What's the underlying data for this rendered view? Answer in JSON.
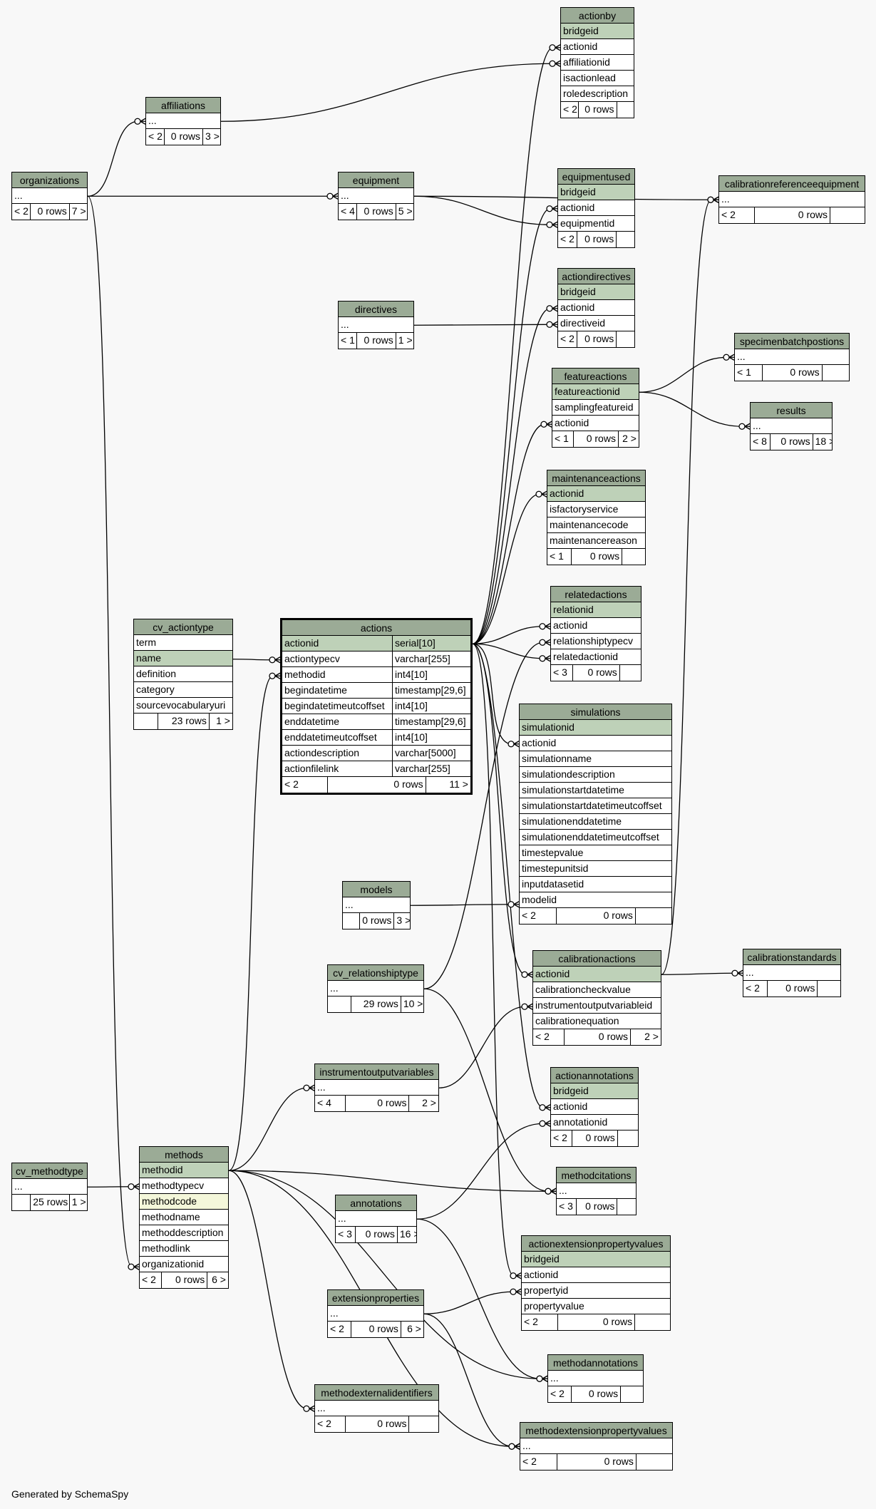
{
  "footer": "Generated by SchemaSpy",
  "tables": [
    {
      "id": "actionby",
      "title": "actionby",
      "columns": [
        {
          "name": "bridgeid",
          "pk": true
        },
        {
          "name": "actionid"
        },
        {
          "name": "affiliationid"
        },
        {
          "name": "isactionlead"
        },
        {
          "name": "roledescription"
        }
      ],
      "footer": [
        "< 2",
        "0 rows",
        ""
      ]
    },
    {
      "id": "affiliations",
      "title": "affiliations",
      "columns": [
        {
          "name": "..."
        }
      ],
      "footer": [
        "< 2",
        "0 rows",
        "3 >"
      ]
    },
    {
      "id": "organizations",
      "title": "organizations",
      "columns": [
        {
          "name": "..."
        }
      ],
      "footer": [
        "< 2",
        "0 rows",
        "7 >"
      ]
    },
    {
      "id": "equipment",
      "title": "equipment",
      "columns": [
        {
          "name": "..."
        }
      ],
      "footer": [
        "< 4",
        "0 rows",
        "5 >"
      ]
    },
    {
      "id": "equipmentused",
      "title": "equipmentused",
      "columns": [
        {
          "name": "bridgeid",
          "pk": true
        },
        {
          "name": "actionid"
        },
        {
          "name": "equipmentid"
        }
      ],
      "footer": [
        "< 2",
        "0 rows",
        ""
      ]
    },
    {
      "id": "calibrationreferenceequipment",
      "title": "calibrationreferenceequipment",
      "columns": [
        {
          "name": "..."
        }
      ],
      "footer": [
        "< 2",
        "0 rows",
        ""
      ]
    },
    {
      "id": "directives",
      "title": "directives",
      "columns": [
        {
          "name": "..."
        }
      ],
      "footer": [
        "< 1",
        "0 rows",
        "1 >"
      ]
    },
    {
      "id": "actiondirectives",
      "title": "actiondirectives",
      "columns": [
        {
          "name": "bridgeid",
          "pk": true
        },
        {
          "name": "actionid"
        },
        {
          "name": "directiveid"
        }
      ],
      "footer": [
        "< 2",
        "0 rows",
        ""
      ]
    },
    {
      "id": "specimenbatchpostions",
      "title": "specimenbatchpostions",
      "columns": [
        {
          "name": "..."
        }
      ],
      "footer": [
        "< 1",
        "0 rows",
        ""
      ]
    },
    {
      "id": "featureactions",
      "title": "featureactions",
      "columns": [
        {
          "name": "featureactionid",
          "pk": true
        },
        {
          "name": "samplingfeatureid"
        },
        {
          "name": "actionid"
        }
      ],
      "footer": [
        "< 1",
        "0 rows",
        "2 >"
      ]
    },
    {
      "id": "results",
      "title": "results",
      "columns": [
        {
          "name": "..."
        }
      ],
      "footer": [
        "< 8",
        "0 rows",
        "18 >"
      ]
    },
    {
      "id": "maintenanceactions",
      "title": "maintenanceactions",
      "columns": [
        {
          "name": "actionid",
          "pk": true
        },
        {
          "name": "isfactoryservice"
        },
        {
          "name": "maintenancecode"
        },
        {
          "name": "maintenancereason"
        }
      ],
      "footer": [
        "< 1",
        "0 rows",
        ""
      ]
    },
    {
      "id": "relatedactions",
      "title": "relatedactions",
      "columns": [
        {
          "name": "relationid",
          "pk": true
        },
        {
          "name": "actionid"
        },
        {
          "name": "relationshiptypecv"
        },
        {
          "name": "relatedactionid"
        }
      ],
      "footer": [
        "< 3",
        "0 rows",
        ""
      ]
    },
    {
      "id": "cv_actiontype",
      "title": "cv_actiontype",
      "columns": [
        {
          "name": "term"
        },
        {
          "name": "name",
          "pk": true
        },
        {
          "name": "definition"
        },
        {
          "name": "category"
        },
        {
          "name": "sourcevocabularyuri"
        }
      ],
      "footer": [
        "",
        "23 rows",
        "1 >"
      ]
    },
    {
      "id": "actions",
      "title": "actions",
      "focus": true,
      "columns": [
        {
          "name": "actionid",
          "type": "serial[10]",
          "pk": true
        },
        {
          "name": "actiontypecv",
          "type": "varchar[255]"
        },
        {
          "name": "methodid",
          "type": "int4[10]"
        },
        {
          "name": "begindatetime",
          "type": "timestamp[29,6]"
        },
        {
          "name": "begindatetimeutcoffset",
          "type": "int4[10]"
        },
        {
          "name": "enddatetime",
          "type": "timestamp[29,6]"
        },
        {
          "name": "enddatetimeutcoffset",
          "type": "int4[10]"
        },
        {
          "name": "actiondescription",
          "type": "varchar[5000]"
        },
        {
          "name": "actionfilelink",
          "type": "varchar[255]"
        }
      ],
      "footer": [
        "< 2",
        "0 rows",
        "11 >"
      ]
    },
    {
      "id": "simulations",
      "title": "simulations",
      "columns": [
        {
          "name": "simulationid",
          "pk": true
        },
        {
          "name": "actionid"
        },
        {
          "name": "simulationname"
        },
        {
          "name": "simulationdescription"
        },
        {
          "name": "simulationstartdatetime"
        },
        {
          "name": "simulationstartdatetimeutcoffset"
        },
        {
          "name": "simulationenddatetime"
        },
        {
          "name": "simulationenddatetimeutcoffset"
        },
        {
          "name": "timestepvalue"
        },
        {
          "name": "timestepunitsid"
        },
        {
          "name": "inputdatasetid"
        },
        {
          "name": "modelid"
        }
      ],
      "footer": [
        "< 2",
        "0 rows",
        ""
      ]
    },
    {
      "id": "models",
      "title": "models",
      "columns": [
        {
          "name": "..."
        }
      ],
      "footer": [
        "",
        "0 rows",
        "3 >"
      ]
    },
    {
      "id": "calibrationactions",
      "title": "calibrationactions",
      "columns": [
        {
          "name": "actionid",
          "pk": true
        },
        {
          "name": "calibrationcheckvalue"
        },
        {
          "name": "instrumentoutputvariableid"
        },
        {
          "name": "calibrationequation"
        }
      ],
      "footer": [
        "< 2",
        "0 rows",
        "2 >"
      ]
    },
    {
      "id": "cv_relationshiptype",
      "title": "cv_relationshiptype",
      "columns": [
        {
          "name": "..."
        }
      ],
      "footer": [
        "",
        "29 rows",
        "10 >"
      ]
    },
    {
      "id": "calibrationstandards",
      "title": "calibrationstandards",
      "columns": [
        {
          "name": "..."
        }
      ],
      "footer": [
        "< 2",
        "0 rows",
        ""
      ]
    },
    {
      "id": "instrumentoutputvariables",
      "title": "instrumentoutputvariables",
      "columns": [
        {
          "name": "..."
        }
      ],
      "footer": [
        "< 4",
        "0 rows",
        "2 >"
      ]
    },
    {
      "id": "actionannotations",
      "title": "actionannotations",
      "columns": [
        {
          "name": "bridgeid",
          "pk": true
        },
        {
          "name": "actionid"
        },
        {
          "name": "annotationid"
        }
      ],
      "footer": [
        "< 2",
        "0 rows",
        ""
      ]
    },
    {
      "id": "cv_methodtype",
      "title": "cv_methodtype",
      "columns": [
        {
          "name": "..."
        }
      ],
      "footer": [
        "",
        "25 rows",
        "1 >"
      ]
    },
    {
      "id": "methods",
      "title": "methods",
      "columns": [
        {
          "name": "methodid",
          "pk": true
        },
        {
          "name": "methodtypecv"
        },
        {
          "name": "methodcode",
          "idx": true
        },
        {
          "name": "methodname"
        },
        {
          "name": "methoddescription"
        },
        {
          "name": "methodlink"
        },
        {
          "name": "organizationid"
        }
      ],
      "footer": [
        "< 2",
        "0 rows",
        "6 >"
      ]
    },
    {
      "id": "methodcitations",
      "title": "methodcitations",
      "columns": [
        {
          "name": "..."
        }
      ],
      "footer": [
        "< 3",
        "0 rows",
        ""
      ]
    },
    {
      "id": "annotations",
      "title": "annotations",
      "columns": [
        {
          "name": "..."
        }
      ],
      "footer": [
        "< 3",
        "0 rows",
        "16 >"
      ]
    },
    {
      "id": "actionextensionpropertyvalues",
      "title": "actionextensionpropertyvalues",
      "columns": [
        {
          "name": "bridgeid",
          "pk": true
        },
        {
          "name": "actionid"
        },
        {
          "name": "propertyid"
        },
        {
          "name": "propertyvalue"
        }
      ],
      "footer": [
        "< 2",
        "0 rows",
        ""
      ]
    },
    {
      "id": "extensionproperties",
      "title": "extensionproperties",
      "columns": [
        {
          "name": "..."
        }
      ],
      "footer": [
        "< 2",
        "0 rows",
        "6 >"
      ]
    },
    {
      "id": "methodannotations",
      "title": "methodannotations",
      "columns": [
        {
          "name": "..."
        }
      ],
      "footer": [
        "< 2",
        "0 rows",
        ""
      ]
    },
    {
      "id": "methodexternalidentifiers",
      "title": "methodexternalidentifiers",
      "columns": [
        {
          "name": "..."
        }
      ],
      "footer": [
        "< 2",
        "0 rows",
        ""
      ]
    },
    {
      "id": "methodextensionpropertyvalues",
      "title": "methodextensionpropertyvalues",
      "columns": [
        {
          "name": "..."
        }
      ],
      "footer": [
        "< 2",
        "0 rows",
        ""
      ]
    }
  ]
}
